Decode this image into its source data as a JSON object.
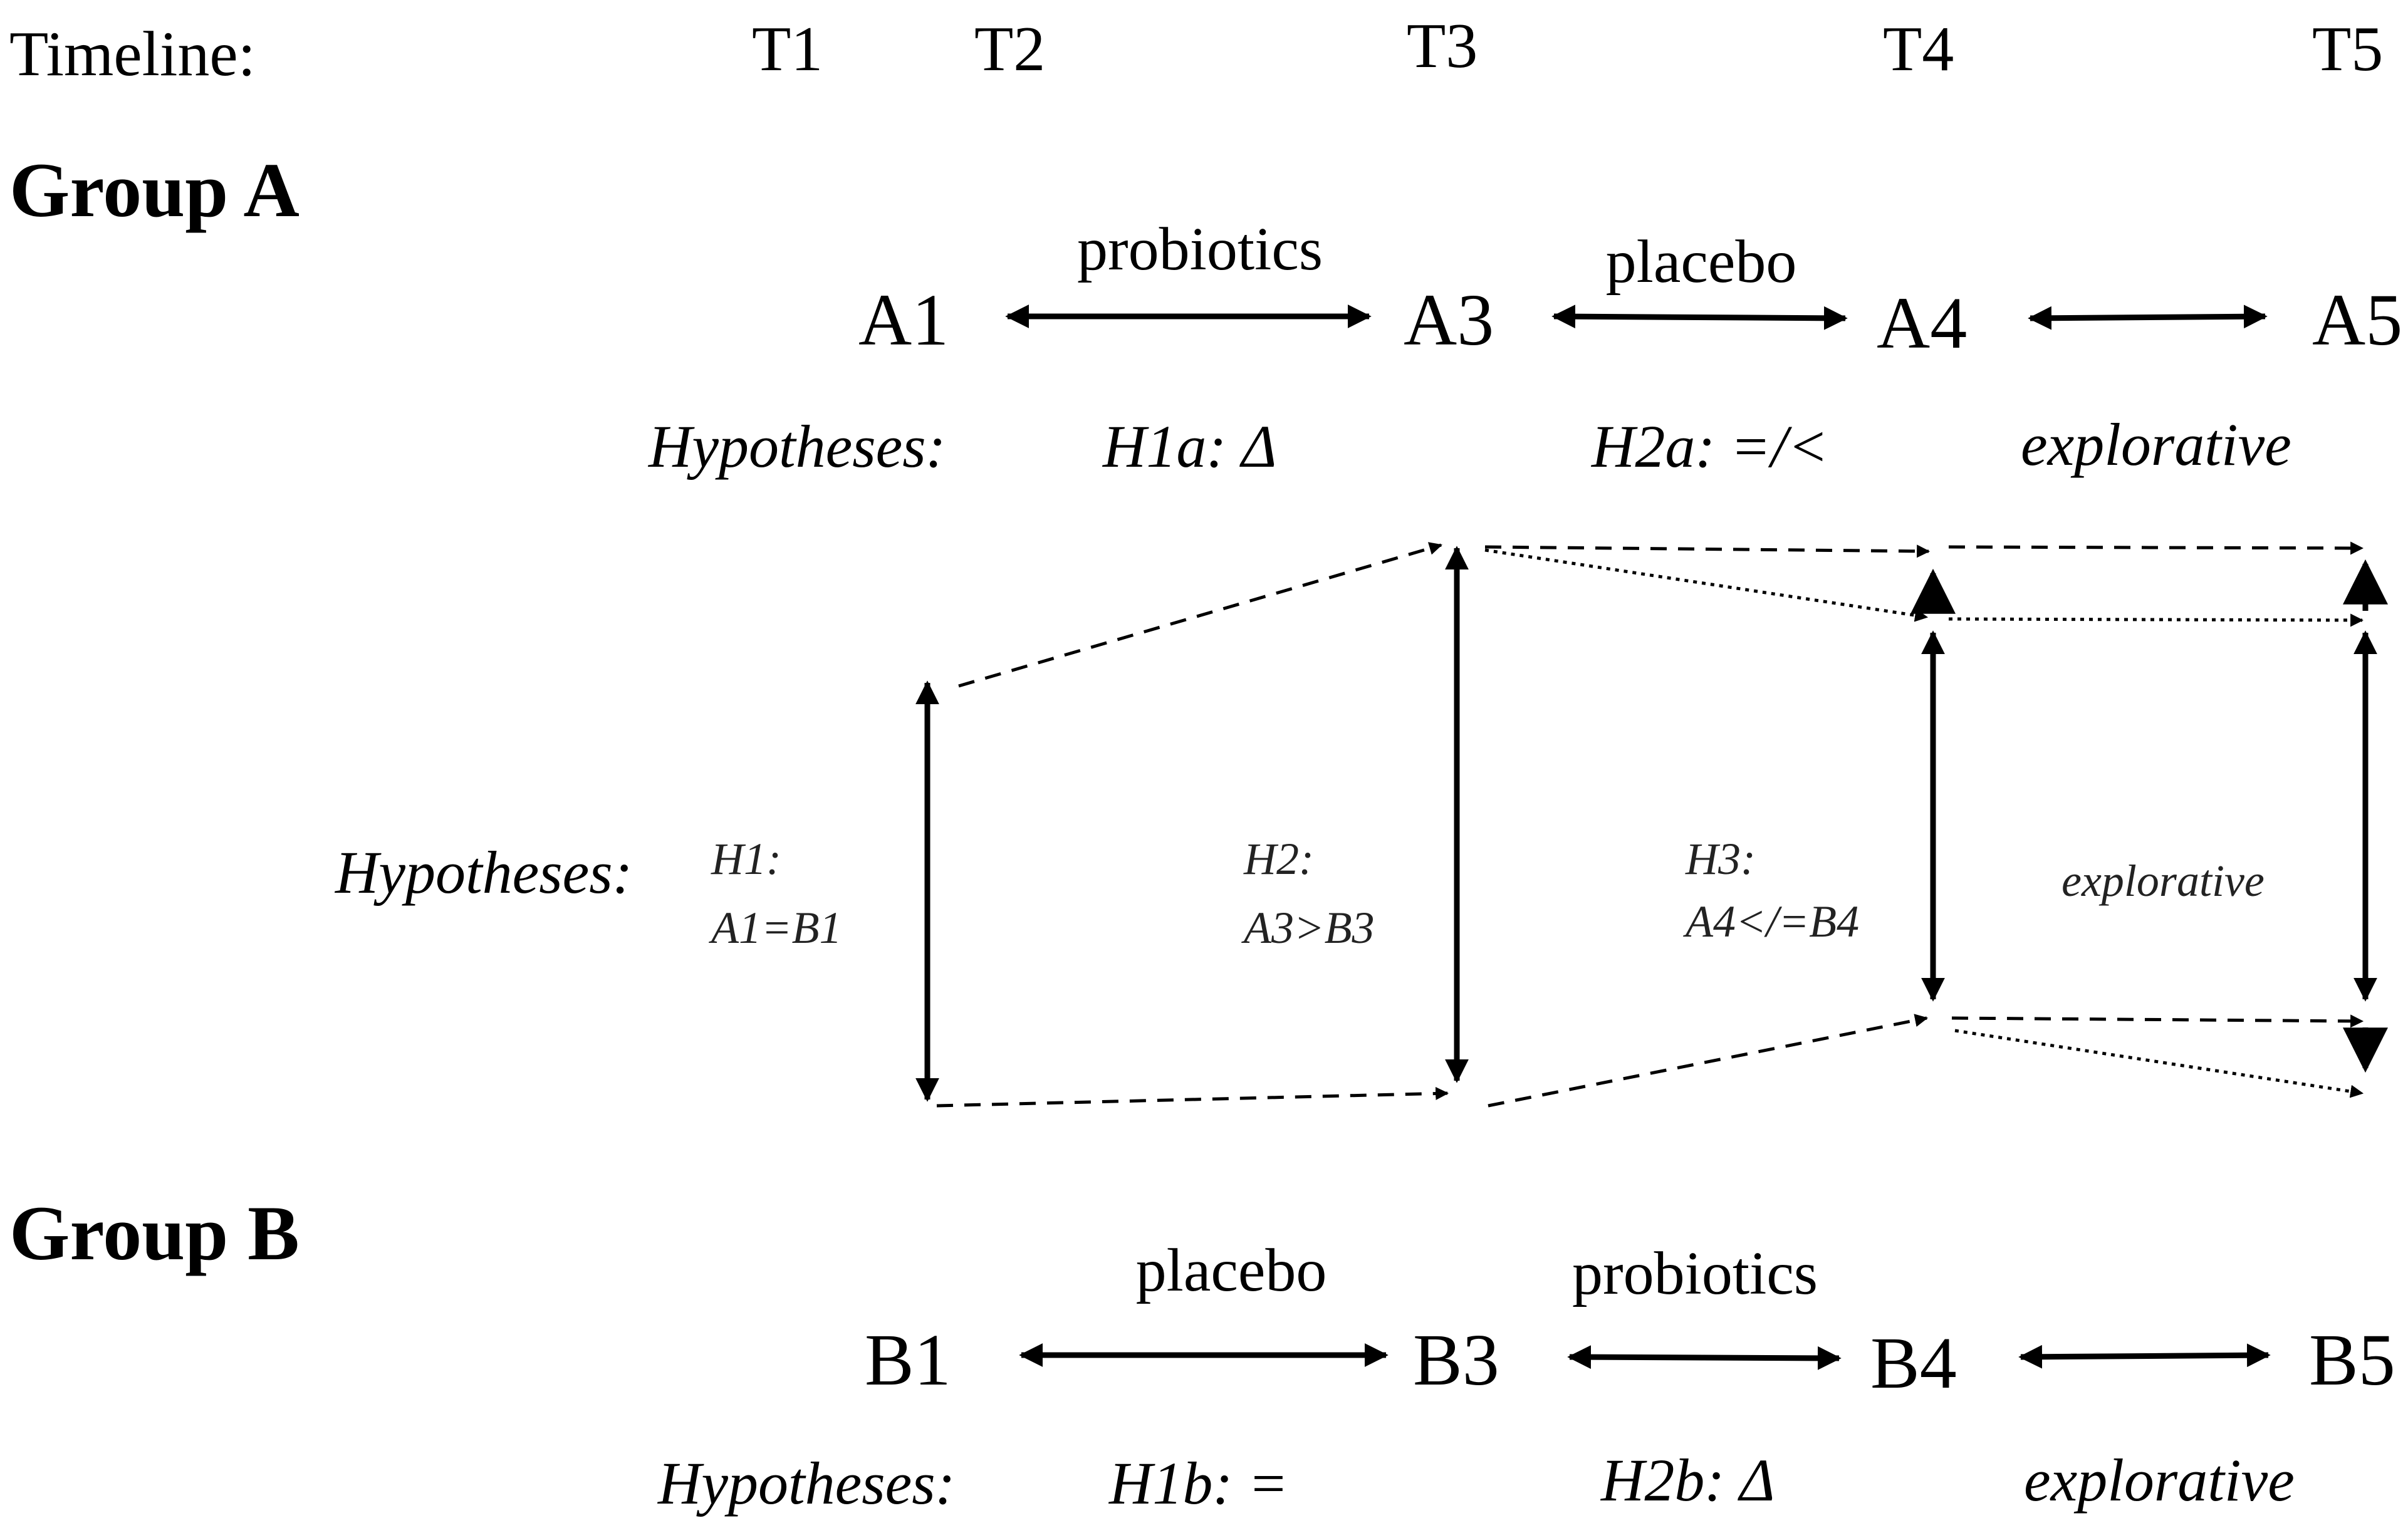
{
  "timeline": {
    "label": "Timeline:",
    "points": [
      "T1",
      "T2",
      "T3",
      "T4",
      "T5"
    ]
  },
  "group_a": {
    "title": "Group A",
    "nodes": [
      "A1",
      "A3",
      "A4",
      "A5"
    ],
    "treatments": [
      "probiotics",
      "placebo"
    ],
    "hypotheses_label": "Hypotheses:",
    "hypotheses": {
      "h1a": "H1a: Δ",
      "h2a": "H2a: =/<",
      "explorative": "explorative"
    }
  },
  "between": {
    "hypotheses_label": "Hypotheses:",
    "h1": {
      "name": "H1:",
      "expr": "A1=B1"
    },
    "h2": {
      "name": "H2:",
      "expr": "A3>B3"
    },
    "h3": {
      "name": "H3:",
      "expr": "A4</=B4"
    },
    "explorative": "explorative"
  },
  "group_b": {
    "title": "Group B",
    "nodes": [
      "B1",
      "B3",
      "B4",
      "B5"
    ],
    "treatments": [
      "placebo",
      "probiotics"
    ],
    "hypotheses_label": "Hypotheses:",
    "hypotheses": {
      "h1b": "H1b: =",
      "h2b": "H2b: Δ",
      "explorative": "explorative"
    }
  }
}
